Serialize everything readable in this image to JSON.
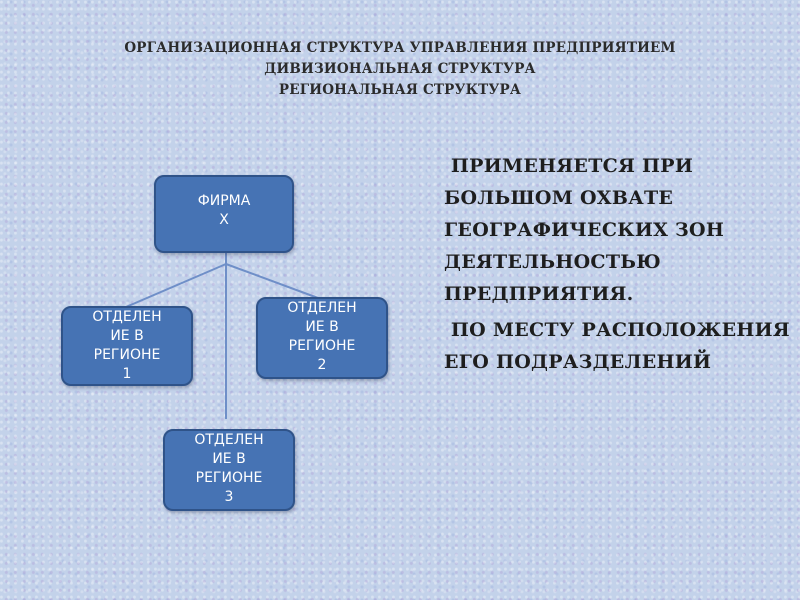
{
  "title": {
    "line1": "ОРГАНИЗАЦИОННАЯ СТРУКТУРА УПРАВЛЕНИЯ ПРЕДПРИЯТИЕМ",
    "line2": "ДИВИЗИОНАЛЬНАЯ СТРУКТУРА",
    "line3": "РЕГИОНАЛЬНАЯ СТРУКТУРА"
  },
  "diagram": {
    "root": "ФИРМА\nХ",
    "nodes": [
      "ОТДЕЛЕН\nИЕ В\nРЕГИОНЕ\n1",
      "ОТДЕЛЕН\nИЕ В\nРЕГИОНЕ\n2",
      "ОТДЕЛЕН\nИЕ В\nРЕГИОНЕ\n3"
    ]
  },
  "description": {
    "paragraph1": "ПРИМЕНЯЕТСЯ ПРИ БОЛЬШОМ ОХВАТЕ ГЕОГРАФИЧЕСКИХ ЗОН ДЕЯТЕЛЬНОСТЬЮ ПРЕДПРИЯТИЯ.",
    "paragraph2": "ПО МЕСТУ РАСПОЛОЖЕНИЯ ЕГО ПОДРАЗДЕЛЕНИЙ"
  },
  "colors": {
    "node_fill": "#4673b4",
    "node_border": "#2f5389",
    "connector": "#6f8fc8",
    "background": "#c3d2ea"
  }
}
